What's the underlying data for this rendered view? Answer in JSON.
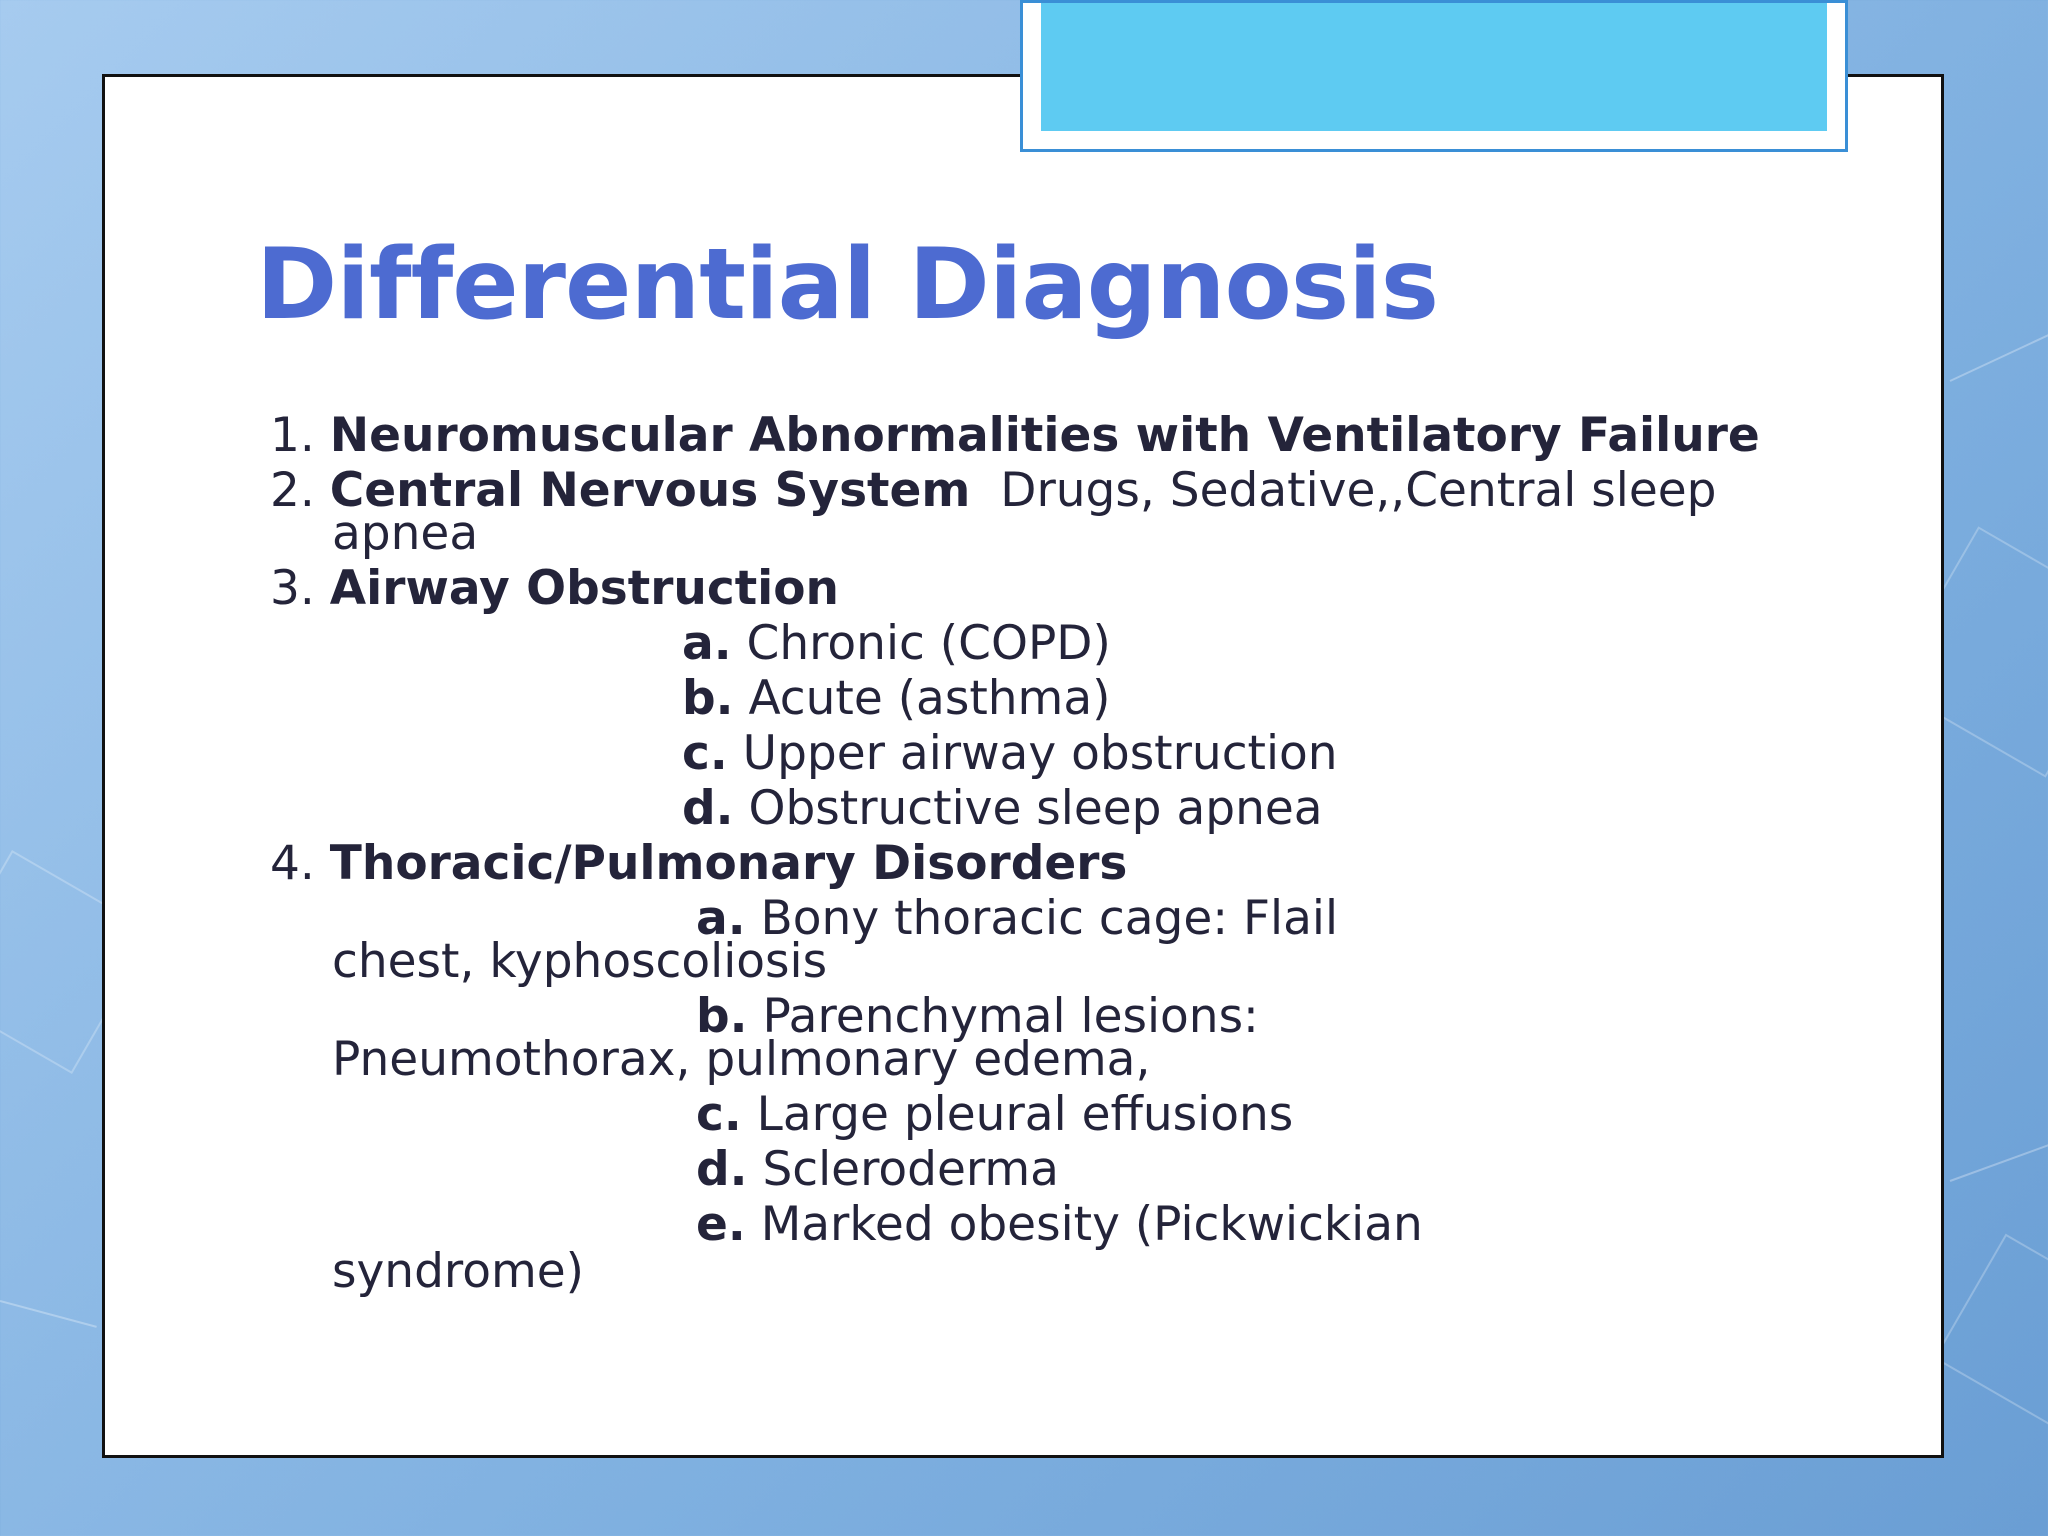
{
  "slide": {
    "title": "Differential Diagnosis",
    "items": [
      {
        "number": "1.",
        "heading": "Neuromuscular Abnormalities with Ventilatory Failure"
      },
      {
        "number": "2.",
        "heading": "Central Nervous System",
        "detail": "Drugs, Sedative,,Central sleep",
        "detail_cont": "apnea"
      },
      {
        "number": "3.",
        "heading": "Airway Obstruction",
        "subitems": [
          {
            "letter": "a.",
            "text": "Chronic (COPD)"
          },
          {
            "letter": "b.",
            "text": "Acute (asthma)"
          },
          {
            "letter": "c.",
            "text": "Upper airway obstruction"
          },
          {
            "letter": "d.",
            "text": "Obstructive sleep apnea"
          }
        ]
      },
      {
        "number": "4.",
        "heading": "Thoracic/Pulmonary Disorders",
        "subitems": [
          {
            "letter": "a.",
            "text": "Bony thoracic cage: Flail",
            "cont": "chest, kyphoscoliosis"
          },
          {
            "letter": "b.",
            "text": "Parenchymal lesions:",
            "cont": "Pneumothorax, pulmonary edema,"
          },
          {
            "letter": "c.",
            "text": "Large pleural effusions"
          },
          {
            "letter": "d.",
            "text": "Scleroderma"
          },
          {
            "letter": "e.",
            "text": "Marked obesity (Pickwickian",
            "cont": "syndrome)"
          }
        ]
      }
    ]
  },
  "colors": {
    "title": "#4d6bd1",
    "body_text": "#24243a",
    "accent": "#5ecbf2",
    "accent_border": "#3a8fd6"
  }
}
